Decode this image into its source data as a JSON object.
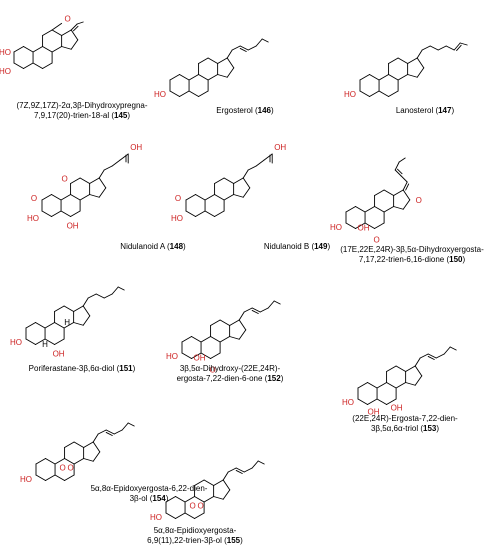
{
  "colors": {
    "bond": "#000000",
    "heteroatom": "#cc1f1f"
  },
  "atom_labels": {
    "ho": "HO",
    "oh": "OH",
    "o": "O",
    "h": "H"
  },
  "compounds": [
    {
      "id": "145",
      "line1": "(7Z,9Z,17Z)-2α,3β-Dihydroxypregna-",
      "line2": "7,9,17(20)-trien-18-al",
      "num": "145"
    },
    {
      "id": "146",
      "line1": "Ergosterol",
      "num": "146"
    },
    {
      "id": "147",
      "line1": "Lanosterol",
      "num": "147"
    },
    {
      "id": "148",
      "line1": "Nidulanoid A",
      "num": "148"
    },
    {
      "id": "149",
      "line1": "Nidulanoid B",
      "num": "149"
    },
    {
      "id": "150",
      "line1": "(17E,22E,24R)-3β,5α-Dihydroxyergosta-",
      "line2": "7,17,22-trien-6,16-dione",
      "num": "150"
    },
    {
      "id": "151",
      "line1": "Poriferastane-3β,6α-diol",
      "num": "151"
    },
    {
      "id": "152",
      "line1": "3β,5α-Dihydroxy-(22E,24R)-",
      "line2": "ergosta-7,22-dien-6-one",
      "num": "152"
    },
    {
      "id": "153",
      "line1": "(22E,24R)-Ergosta-7,22-dien-",
      "line2": "3β,5α,6α-triol",
      "num": "153"
    },
    {
      "id": "154",
      "line1": "5α,8α-Epidoxyergosta-6,22-dien-",
      "line2": "3β-ol",
      "num": "154"
    },
    {
      "id": "155",
      "line1": "5α,8α-Epidioxyergosta-",
      "line2": "6,9(11),22-trien-3β-ol",
      "num": "155"
    }
  ]
}
